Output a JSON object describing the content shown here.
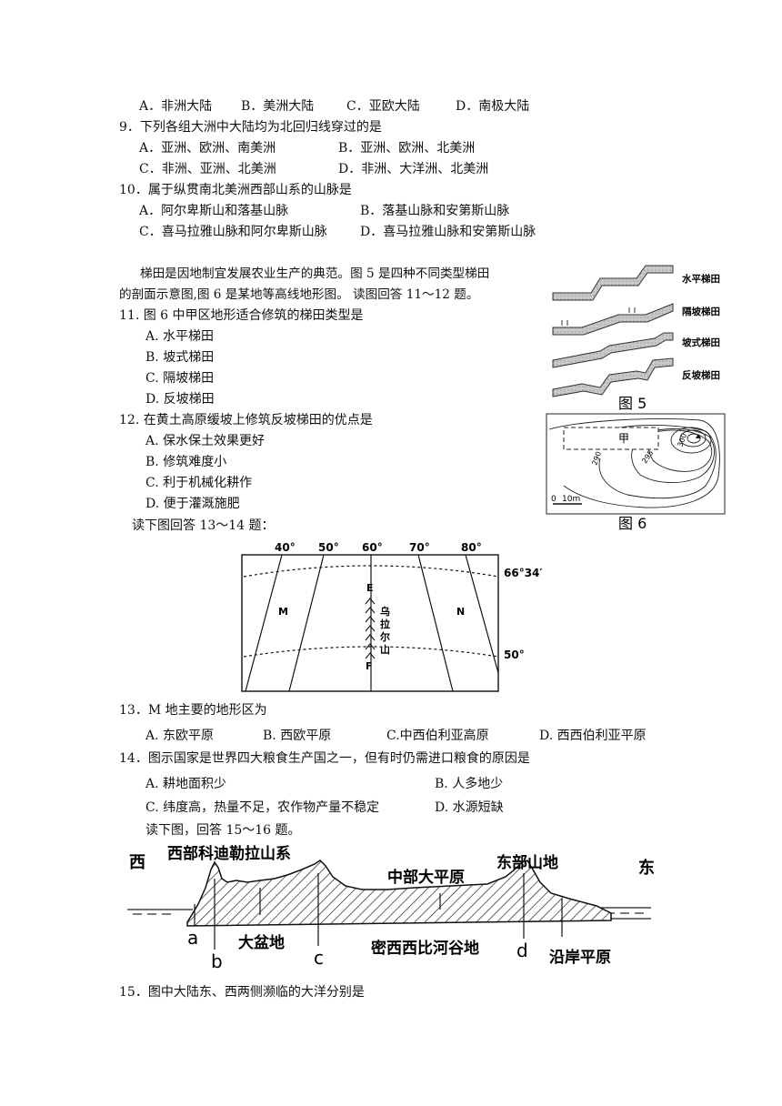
{
  "q8": {
    "options": [
      "A．非洲大陆",
      "B．美洲大陆",
      "C．亚欧大陆",
      "D．南极大陆"
    ]
  },
  "q9": {
    "stem": "9．下列各组大洲中大陆均为北回归线穿过的是",
    "options": [
      "A．亚洲、欧洲、南美洲",
      "B．亚洲、欧洲、北美洲",
      "C．非洲、亚洲、北美洲",
      "D．非洲、大洋洲、北美洲"
    ]
  },
  "q10": {
    "stem": "10．属于纵贯南北美洲西部山系的山脉是",
    "options": [
      "A．阿尔卑斯山和落基山脉",
      "B．落基山脉和安第斯山脉",
      "C．喜马拉雅山脉和阿尔卑斯山脉",
      "D．喜马拉雅山脉和安第斯山脉"
    ]
  },
  "intro_11_12": [
    "梯田是因地制宜发展农业生产的典范。图 5 是四种不同类型梯田",
    "的剖面示意图,图 6 是某地等高线地形图。 读图回答 11～12 题。"
  ],
  "q11": {
    "stem": "11. 图 6 中甲区地形适合修筑的梯田类型是",
    "options": [
      "A. 水平梯田",
      "B. 坡式梯田",
      "C. 隔坡梯田",
      "D. 反坡梯田"
    ]
  },
  "q12": {
    "stem": "12. 在黄土高原缓坡上修筑反坡梯田的优点是",
    "options": [
      "A. 保水保土效果更好",
      "B. 修筑难度小",
      "C. 利于机械化耕作",
      "D. 便于灌溉施肥"
    ]
  },
  "intro_13_14": "读下图回答 13～14 题：",
  "q13": {
    "stem": "13．M 地主要的地形区为",
    "options": [
      "A. 东欧平原",
      "B. 西欧平原",
      "C.中西伯利亚高原",
      "D. 西西伯利亚平原"
    ]
  },
  "q14": {
    "stem": "14．图示国家是世界四大粮食生产国之一，但有时仍需进口粮食的原因是",
    "options": [
      "A. 耕地面积少",
      "B. 人多地少",
      "C. 纬度高，热量不足，农作物产量不稳定",
      "D. 水源短缺"
    ]
  },
  "intro_15_16": "读下图，回答 15～16 题。",
  "q15": {
    "stem": "15．图中大陆东、西两侧濒临的大洋分别是"
  },
  "fig5": {
    "caption": "图 5",
    "labels": [
      "水平梯田",
      "隔坡梯田",
      "坡式梯田",
      "反坡梯田"
    ]
  },
  "fig6": {
    "caption": "图 6",
    "area_label": "甲",
    "contours": [
      "290",
      "295",
      "300"
    ],
    "scale_zero": "0",
    "scale_len": "10m"
  },
  "fig_map": {
    "longitudes": [
      "40°",
      "50°",
      "60°",
      "70°",
      "80°"
    ],
    "lat_top": "66°34′",
    "lat_bottom": "50°",
    "M": "M",
    "N": "N",
    "E": "E",
    "F": "F",
    "mountain": [
      "乌",
      "拉",
      "尔",
      "山"
    ]
  },
  "fig_profile": {
    "west": "西",
    "east": "东",
    "labels": {
      "west_mountains": "西部科迪勒拉山系",
      "east_mountains": "东部山地",
      "central_plain": "中部大平原",
      "great_basin": "大盆地",
      "mississippi": "密西西比河谷地",
      "coastal_plain": "沿岸平原"
    },
    "letters": [
      "a",
      "b",
      "c",
      "d"
    ]
  }
}
